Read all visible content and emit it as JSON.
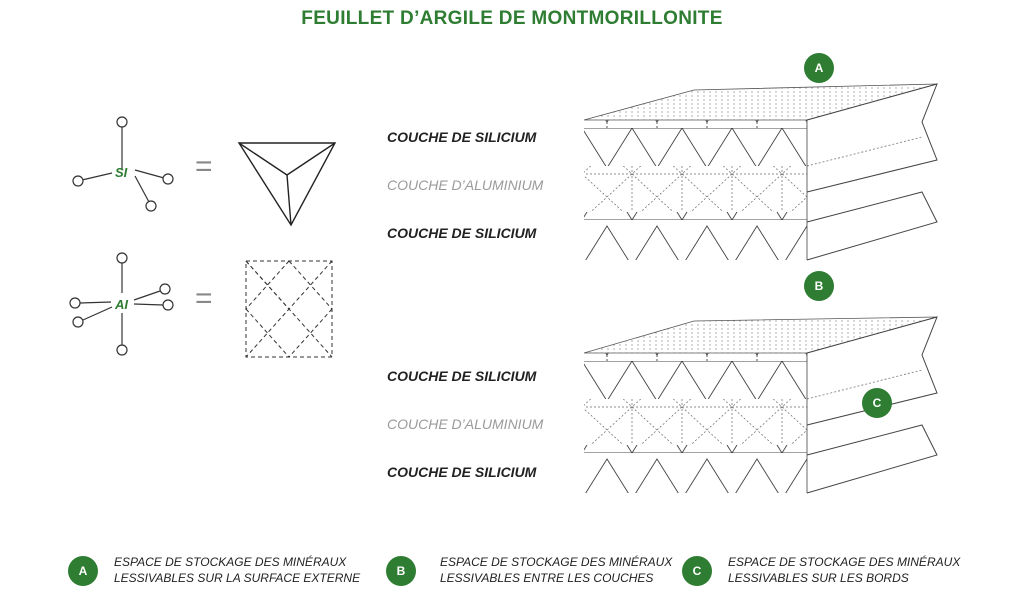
{
  "title": "FEUILLET D’ARGILE DE MONTMORILLONITE",
  "atoms": {
    "si": "SI",
    "al": "AI",
    "equals": "="
  },
  "layers": {
    "top": [
      "COUCHE DE SILICIUM",
      "COUCHE D’ALUMINIUM",
      "COUCHE DE SILICIUM"
    ],
    "bottom": [
      "COUCHE DE SILICIUM",
      "COUCHE D’ALUMINIUM",
      "COUCHE DE SILICIUM"
    ]
  },
  "badges": {
    "a": "A",
    "b": "B",
    "c": "C"
  },
  "legend": [
    {
      "badge": "A",
      "line1": "ESPACE DE STOCKAGE DES MINÉRAUX",
      "line2": "LESSIVABLES SUR LA SURFACE EXTERNE"
    },
    {
      "badge": "B",
      "line1": "ESPACE DE STOCKAGE DES MINÉRAUX",
      "line2": "LESSIVABLES ENTRE LES COUCHES"
    },
    {
      "badge": "C",
      "line1": "ESPACE DE STOCKAGE DES MINÉRAUX",
      "line2": "LESSIVABLES SUR LES BORDS"
    }
  ],
  "colors": {
    "accent": "#2e7d32",
    "text": "#222222",
    "muted": "#9a9a9a"
  }
}
